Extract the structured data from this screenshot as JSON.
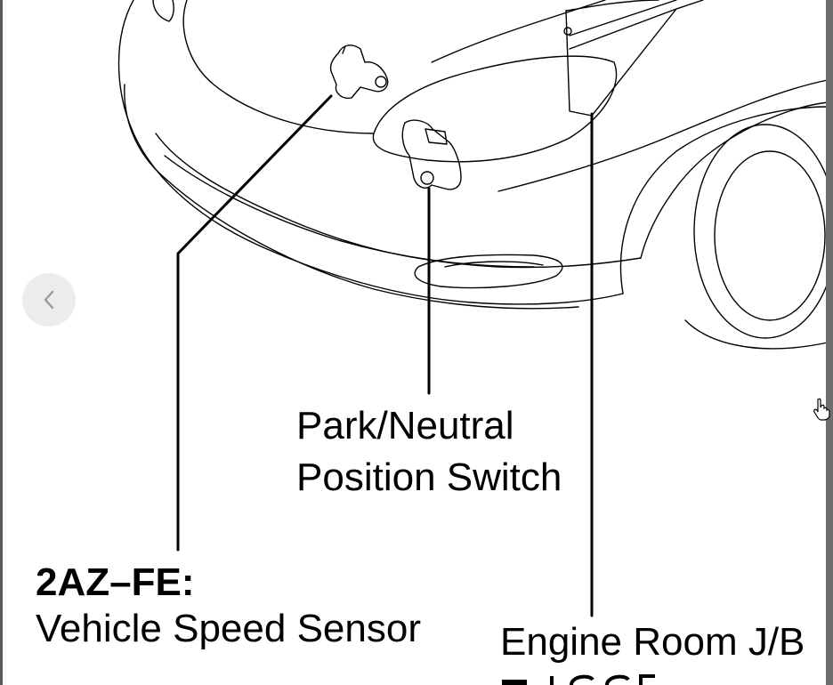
{
  "labels": {
    "park_neutral_line1": "Park/Neutral",
    "park_neutral_line2": "Position Switch",
    "engine_2az_title": "2AZ–FE:",
    "vehicle_speed_sensor": "Vehicle Speed Sensor",
    "engine_room_jb": "Engine Room J/B"
  },
  "controls": {
    "prev_icon": "chevron-left-icon",
    "cursor_icon": "hand-pointer-icon"
  },
  "colors": {
    "line": "#000000",
    "prev_button_bg": "#ececec",
    "prev_chevron": "#9a9a9a"
  }
}
